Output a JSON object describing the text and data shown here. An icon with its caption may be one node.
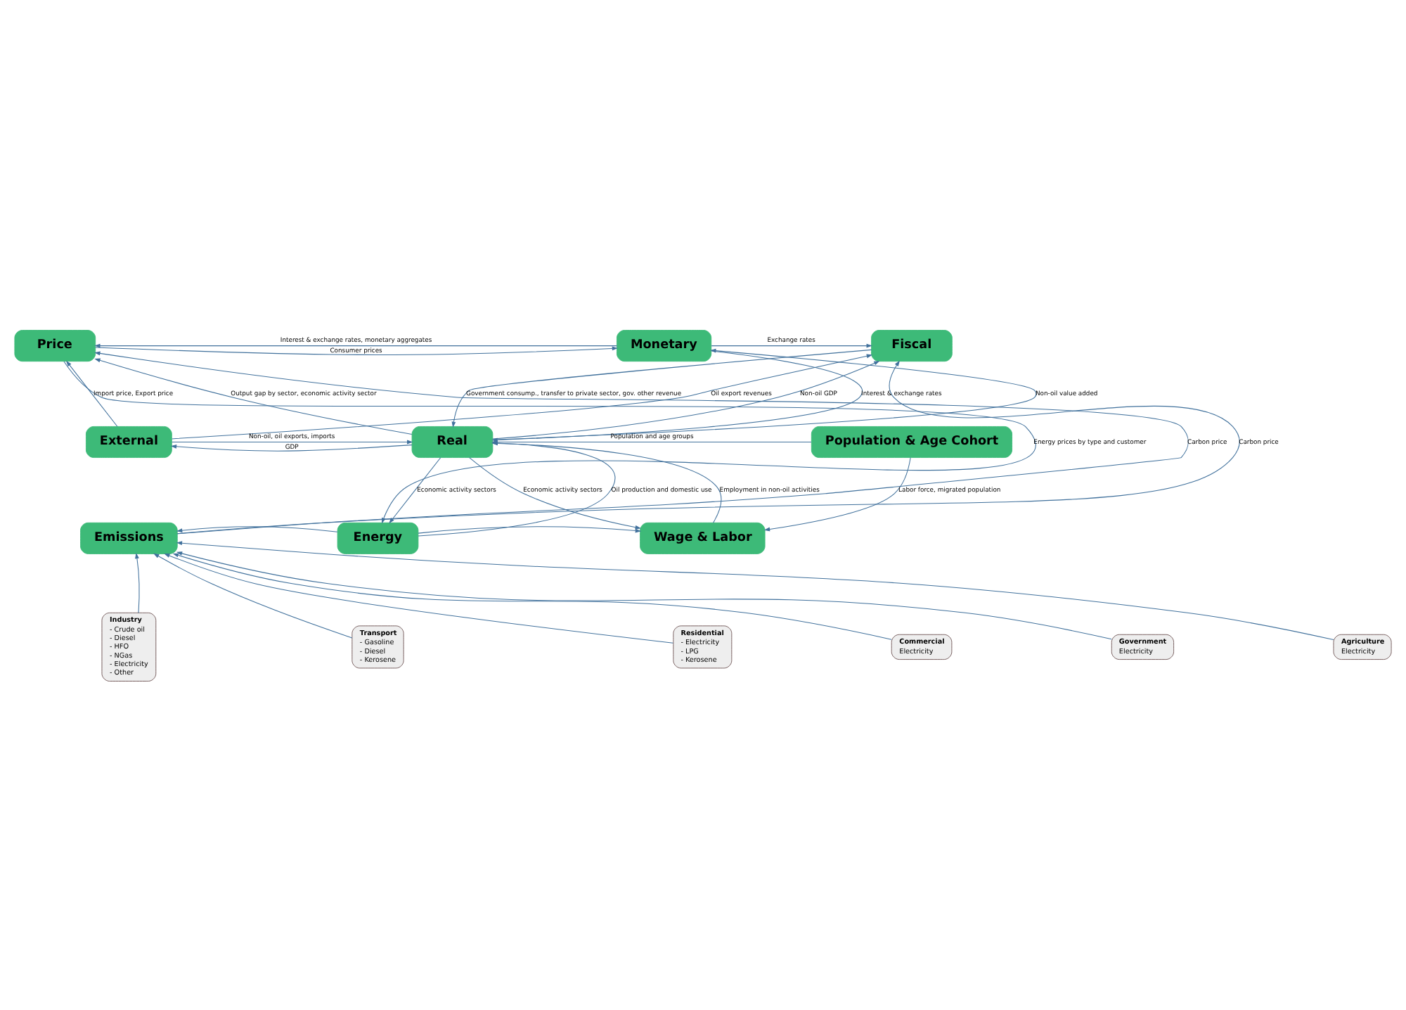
{
  "diagram": {
    "nodes": [
      {
        "text": [
          "Price"
        ]
      },
      {
        "text": [
          "Monetary"
        ]
      },
      {
        "text": [
          "Fiscal"
        ]
      },
      {
        "text": [
          "External"
        ]
      },
      {
        "text": [
          "Real"
        ]
      },
      {
        "text": [
          "Population & Age Cohort"
        ]
      },
      {
        "text": [
          "Emissions"
        ]
      },
      {
        "text": [
          "Energy"
        ]
      },
      {
        "text": [
          "Wage & Labor"
        ]
      },
      {
        "text": [
          "Industry",
          "- Crude oil",
          "- Diesel",
          "- HFO",
          "- NGas",
          "- Electricity",
          "- Other"
        ]
      },
      {
        "text": [
          "Transport",
          "- Gasoline",
          "- Diesel",
          "- Kerosene"
        ]
      },
      {
        "text": [
          "Residential",
          "- Electricity",
          "- LPG",
          "- Kerosene"
        ]
      },
      {
        "text": [
          "Commercial",
          "Electricity"
        ]
      },
      {
        "text": [
          "Government",
          "Electricity"
        ]
      },
      {
        "text": [
          "Agriculture",
          "Electricity"
        ]
      }
    ],
    "edges": [
      {
        "from": 1,
        "to": 0,
        "arrow": "to",
        "label": "Interest & exchange rates, monetary aggregates"
      },
      {
        "from": 0,
        "to": 1,
        "arrow": "to",
        "label": "Consumer prices"
      },
      {
        "from": 3,
        "to": 2,
        "arrow": "to",
        "label": "Oil export revenues"
      },
      {
        "from": 1,
        "to": 2,
        "arrow": "to",
        "label": "Exchange rates"
      },
      {
        "from": 6,
        "to": 0,
        "arrow": "to",
        "label": "Carbon price"
      },
      {
        "from": 0,
        "to": 7,
        "arrow": "to",
        "label": "Energy prices by type and customer"
      },
      {
        "from": 3,
        "to": 0,
        "arrow": "to",
        "label": "Import price, Export price"
      },
      {
        "from": 4,
        "to": 0,
        "arrow": "to",
        "label": "Output gap by sector, economic activity sector"
      },
      {
        "from": 4,
        "to": 1,
        "arrow": "to",
        "label": "Non-oil value added"
      },
      {
        "from": 1,
        "to": 4,
        "arrow": "to",
        "label": "Interest & exchange rates"
      },
      {
        "from": 2,
        "to": 4,
        "arrow": "to",
        "label": "Government consump., transfer to private sector, gov. other revenue"
      },
      {
        "from": 4,
        "to": 2,
        "arrow": "to",
        "label": "Non-oil GDP"
      },
      {
        "from": 4,
        "to": 3,
        "arrow": "to",
        "label": "GDP"
      },
      {
        "from": 3,
        "to": 4,
        "arrow": "to",
        "label": "Non-oil, oil exports, imports"
      },
      {
        "from": 5,
        "to": 4,
        "arrow": "to",
        "label": "Population and age groups"
      },
      {
        "from": 4,
        "to": 7,
        "arrow": "to",
        "label": "Economic activity sectors"
      },
      {
        "from": 7,
        "to": 4,
        "arrow": "to",
        "label": "Oil production and domestic use"
      },
      {
        "from": 8,
        "to": 4,
        "arrow": "to",
        "label": "Employment in non-oil activities"
      },
      {
        "from": 4,
        "to": 8,
        "arrow": "to",
        "label": "Economic activity sectors"
      },
      {
        "from": 5,
        "to": 8,
        "arrow": "to",
        "label": "Labor force, migrated population"
      },
      {
        "from": 7,
        "to": 6,
        "arrow": "to"
      },
      {
        "from": 7,
        "to": 8,
        "arrow": "to"
      },
      {
        "from": 6,
        "to": 2,
        "arrow": "to",
        "label": "Carbon price"
      },
      {
        "from": 9,
        "to": 6,
        "arrow": "to"
      },
      {
        "from": 10,
        "to": 6,
        "arrow": "to"
      },
      {
        "from": 11,
        "to": 6,
        "arrow": "to"
      },
      {
        "from": 12,
        "to": 6,
        "arrow": "to"
      },
      {
        "from": 13,
        "to": 6,
        "arrow": "to"
      },
      {
        "from": 14,
        "to": 6,
        "arrow": "to"
      }
    ]
  }
}
